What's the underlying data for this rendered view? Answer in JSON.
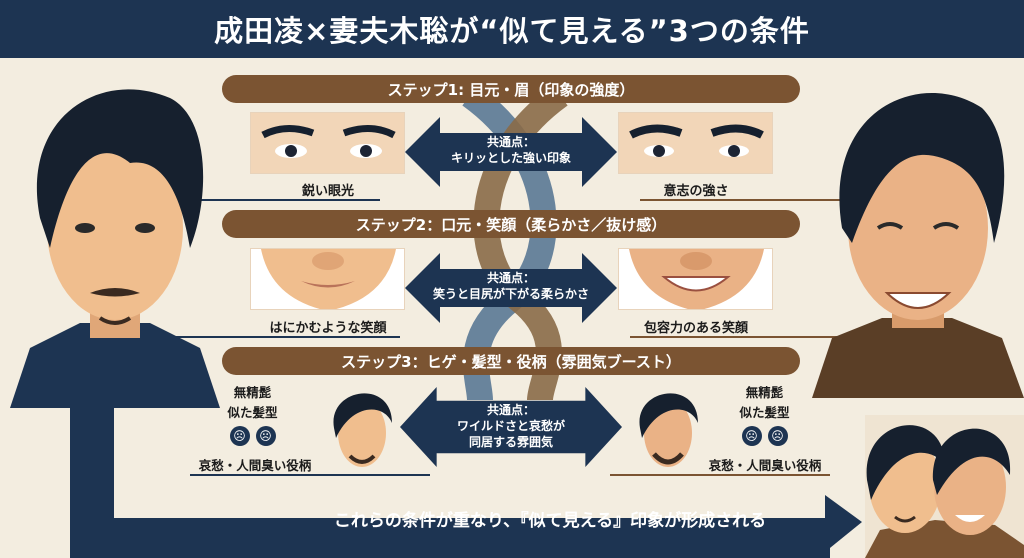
{
  "title": "成田凌×妻夫木聡が“似て見える”3つの条件",
  "colors": {
    "navy": "#1d3452",
    "brown": "#7b5432",
    "background": "#f3ede0"
  },
  "steps": [
    {
      "heading": "ステップ1: 目元・眉（印象の強度）",
      "left_label": "鋭い眼光",
      "right_label": "意志の強さ",
      "common_title": "共通点：",
      "common_text": "キリッとした強い印象"
    },
    {
      "heading": "ステップ2：口元・笑顔（柔らかさ／抜け感）",
      "left_label": "はにかむような笑顔",
      "right_label": "包容力のある笑顔",
      "common_title": "共通点：",
      "common_text": "笑うと目尻が下がる柔らかさ"
    },
    {
      "heading": "ステップ3：ヒゲ・髪型・役柄（雰囲気ブースト）",
      "left_items": [
        "無精髭",
        "似た髪型"
      ],
      "left_label": "哀愁・人間臭い役柄",
      "right_items": [
        "無精髭",
        "似た髪型"
      ],
      "right_label": "哀愁・人間臭い役柄",
      "common_title": "共通点：",
      "common_text_lines": [
        "ワイルドさと哀愁が",
        "同居する雰囲気"
      ]
    }
  ],
  "conclusion": "これらの条件が重なり、『似て見える』印象が形成される"
}
